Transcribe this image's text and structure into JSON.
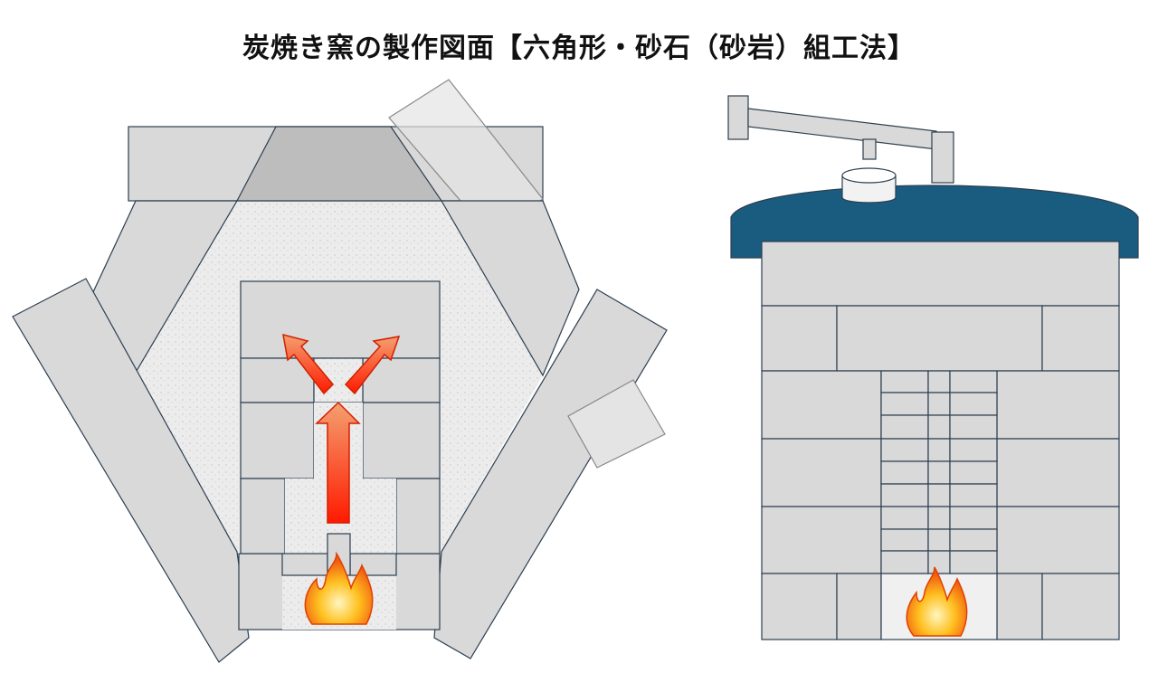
{
  "title": "炭焼き窯の製作図面【六角形・砂石（砂岩）組工法】",
  "colors": {
    "block": "#d9d9d9",
    "outline": "#2c3e50",
    "filler": "#efefef",
    "roof": "#1a5c80",
    "arrow": "#ff2a00",
    "trapezoid": "#bdbdbd"
  },
  "icons": [
    "flame-icon-left",
    "flame-icon-right",
    "arrow-up-icon",
    "arrow-left-up-icon",
    "arrow-right-up-icon"
  ]
}
